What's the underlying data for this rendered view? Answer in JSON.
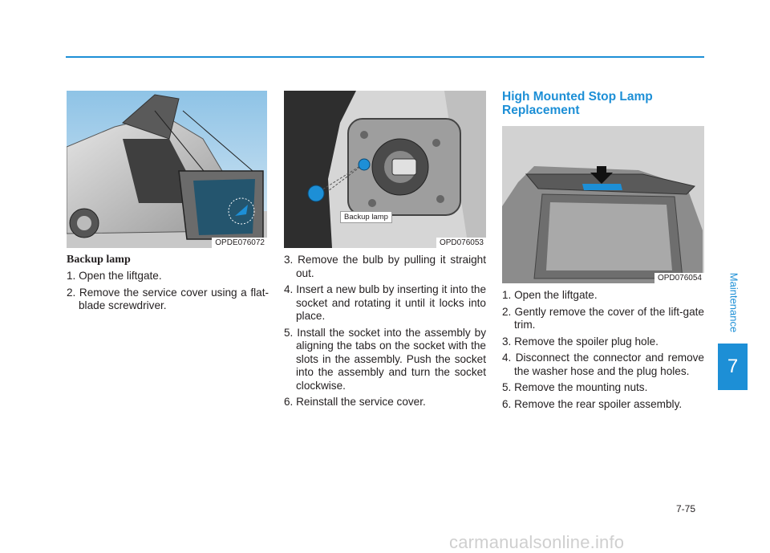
{
  "section": {
    "chapter_label": "Maintenance",
    "chapter_number": "7",
    "page_number": "7-75"
  },
  "col1": {
    "figure_code": "OPDE076072",
    "caption": "Backup lamp",
    "steps": [
      "1. Open the liftgate.",
      "2. Remove the service cover using a flat-blade screwdriver."
    ]
  },
  "col2": {
    "figure_code": "OPD076053",
    "figure_label": "Backup lamp",
    "steps": [
      "3. Remove the bulb by pulling it straight out.",
      "4. Insert a new bulb by inserting it into the socket and rotating it until it locks into place.",
      "5. Install the socket into the assembly by aligning the tabs on the socket with the slots in the assembly. Push the socket into the assembly and turn the socket clockwise.",
      "6. Reinstall the service cover."
    ]
  },
  "col3": {
    "title": "High Mounted Stop Lamp Replacement",
    "figure_code": "OPD076054",
    "steps": [
      "1. Open the liftgate.",
      "2. Gently remove the cover of the lift-gate trim.",
      "3. Remove the spoiler plug hole.",
      "4. Disconnect the connector and remove the washer hose and the plug holes.",
      "5. Remove the mounting nuts.",
      "6. Remove the rear spoiler assembly."
    ]
  },
  "footer_watermark": "carmanualsonline.info",
  "colors": {
    "accent": "#1d8fd6",
    "text": "#231f20"
  }
}
